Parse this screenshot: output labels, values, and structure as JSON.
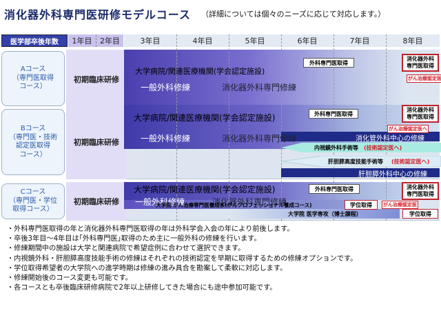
{
  "title": "消化器外科専門医研修モデルコース",
  "subtitle": "（詳細については個々のニーズに応じて対応します。）",
  "header": {
    "main": "医学部卒後年数",
    "years": [
      "1年目",
      "2年目",
      "3年目",
      "4年目",
      "5年目",
      "6年目",
      "7年目",
      "8年目"
    ]
  },
  "courses": [
    {
      "name": "Aコース\n（専門医取得\nコース）",
      "rinsho": "初期臨床研修",
      "facility": "大学病院/関連医療機関(学会認定施設)",
      "general": "一般外科修練",
      "digestive": "消化器外科専門修練",
      "surgery_cert": "外科専門医取得",
      "digestive_cert": "消化器外科\n専門医取得",
      "cancer_note": "がん治療認定医へ"
    },
    {
      "name": "Bコース\n（専門医・技術\n認定医取得\nコース）",
      "rinsho": "初期臨床研修",
      "facility": "大学病院/関連医療機関(学会認定施設)",
      "general": "一般外科修練",
      "digestive": "消化器外科専門修練",
      "surgery_cert": "外科専門医取得",
      "digestive_cert": "消化器外科\n専門医取得",
      "cancer_note": "がん治療認定医へ",
      "digestive_center": "消化管外科中心の修練",
      "endoscopic": "内視鏡外科手術等",
      "endoscopic_note": "(技術認定医へ)",
      "hbp_advanced": "肝胆膵高度技能手術等",
      "hbp_note": "(技術認定医へ)",
      "hbp_center": "肝胆膵外科中心の修練"
    },
    {
      "name": "Cコース\n（専門医・学位\n取得コース）",
      "rinsho": "初期臨床研修",
      "facility": "大学病院/関連医療機関(学会認定施設)",
      "general": "一般外科修練",
      "digestive": "消化器外科専門修練",
      "surgery_cert": "外科専門医取得",
      "digestive_cert": "消化器外科\n専門医取得",
      "cancer_note": "がん治療認定医",
      "cancer_program": "大学院 がん治療専門医養成系(がんプロフェッショナル養成コース)",
      "degree1": "学位取得",
      "phd_program": "大学院 医学専攻（博士課程）",
      "degree2": "学位取得"
    }
  ],
  "notes": [
    "・外科専門医取得の年と消化器外科専門医取得の年は外科学会入会の年により前後します。",
    "・卒後3年目～4年目は｢外科専門医｣取得のため主に一般外科の修練を行います。",
    "・修練期間中の施設は大学と関連病院で希望症例に合わせて選択できます。",
    "・内視鏡外科・肝胆膵高度技能手術の修練はそれぞれの技術認定を早期に取得するための修練オプションです。",
    "・学位取得希望者の大学院への進学時期は修練の進み具合を勘案して柔軟に対応します。",
    "・修練開始後のコース変更も可能です。",
    "・各コースとも卒後臨床研修病院で2年以上研修してきた場合にも途中参加可能です。"
  ],
  "colors": {
    "header_bg": "#3340a8",
    "dark_bar": "#1e2b88",
    "red": "#c0202a"
  }
}
